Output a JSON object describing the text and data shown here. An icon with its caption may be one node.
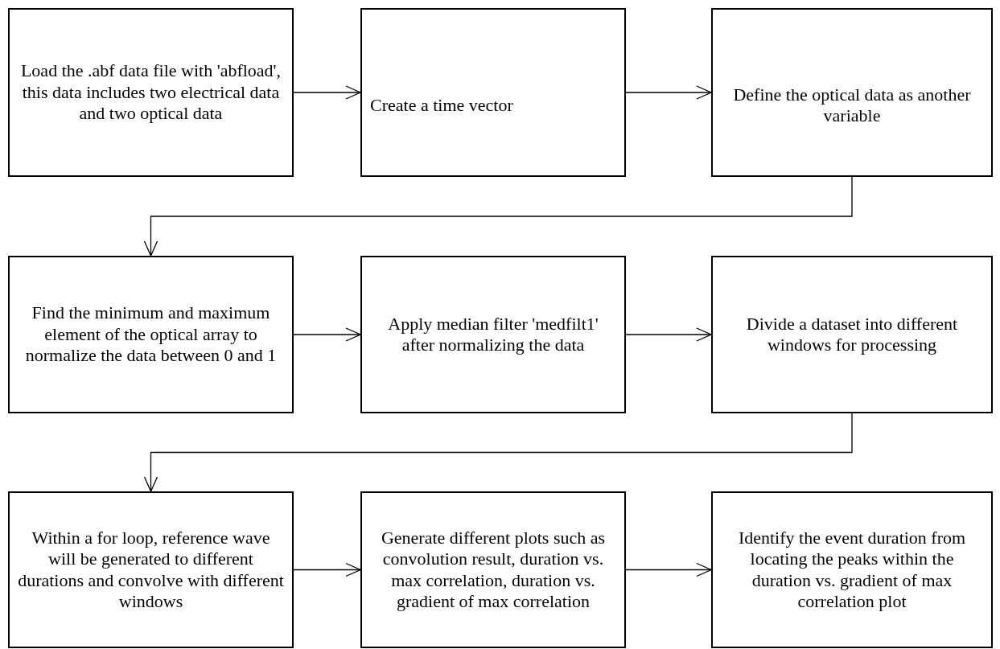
{
  "diagram": {
    "nodes": [
      {
        "text": [
          "Load the .abf data file with 'abfload', this data includes two electrical data and two optical data"
        ]
      },
      {
        "text": [
          "Create a time vector"
        ]
      },
      {
        "text": [
          "Define the optical data as another variable"
        ]
      },
      {
        "text": [
          "Find the minimum and maximum element of the optical array to normalize the data between 0 and 1"
        ]
      },
      {
        "text": [
          "Apply median filter 'medfilt1' after normalizing the data"
        ]
      },
      {
        "text": [
          "Divide a dataset into different windows for processing"
        ]
      },
      {
        "text": [
          "Within a for loop, reference wave will be generated to different durations and convolve with different windows"
        ]
      },
      {
        "text": [
          "Generate different plots such as convolution result, duration vs. max correlation, duration vs. gradient of max correlation"
        ]
      },
      {
        "text": [
          "Identify the event duration from locating the peaks within the duration vs. gradient of max correlation plot"
        ]
      }
    ],
    "edges": [
      {
        "from": 0,
        "to": 1,
        "arrow": "to"
      },
      {
        "from": 1,
        "to": 2,
        "arrow": "to"
      },
      {
        "from": 2,
        "to": 3,
        "arrow": "to"
      },
      {
        "from": 3,
        "to": 4,
        "arrow": "to"
      },
      {
        "from": 4,
        "to": 5,
        "arrow": "to"
      },
      {
        "from": 5,
        "to": 6,
        "arrow": "to"
      },
      {
        "from": 6,
        "to": 7,
        "arrow": "to"
      },
      {
        "from": 7,
        "to": 8,
        "arrow": "to"
      }
    ]
  }
}
